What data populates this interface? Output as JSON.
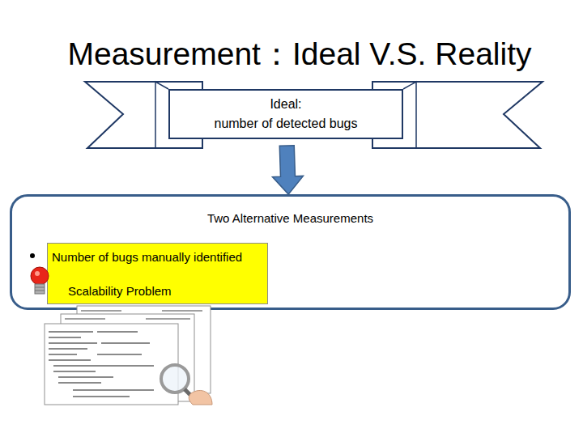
{
  "diagram": {
    "title": "Measurement：Ideal V.S. Reality",
    "nodes": [
      {
        "text": [
          "Ideal:",
          "number of detected bugs"
        ]
      },
      {
        "text": [
          "Two Alternative Measurements"
        ]
      },
      {
        "text": [
          "Number of bugs manually identified",
          "Scalability Problem"
        ],
        "in": 1
      }
    ],
    "edges": [
      {
        "from": 0,
        "to": 1,
        "arrow": "to"
      }
    ]
  }
}
